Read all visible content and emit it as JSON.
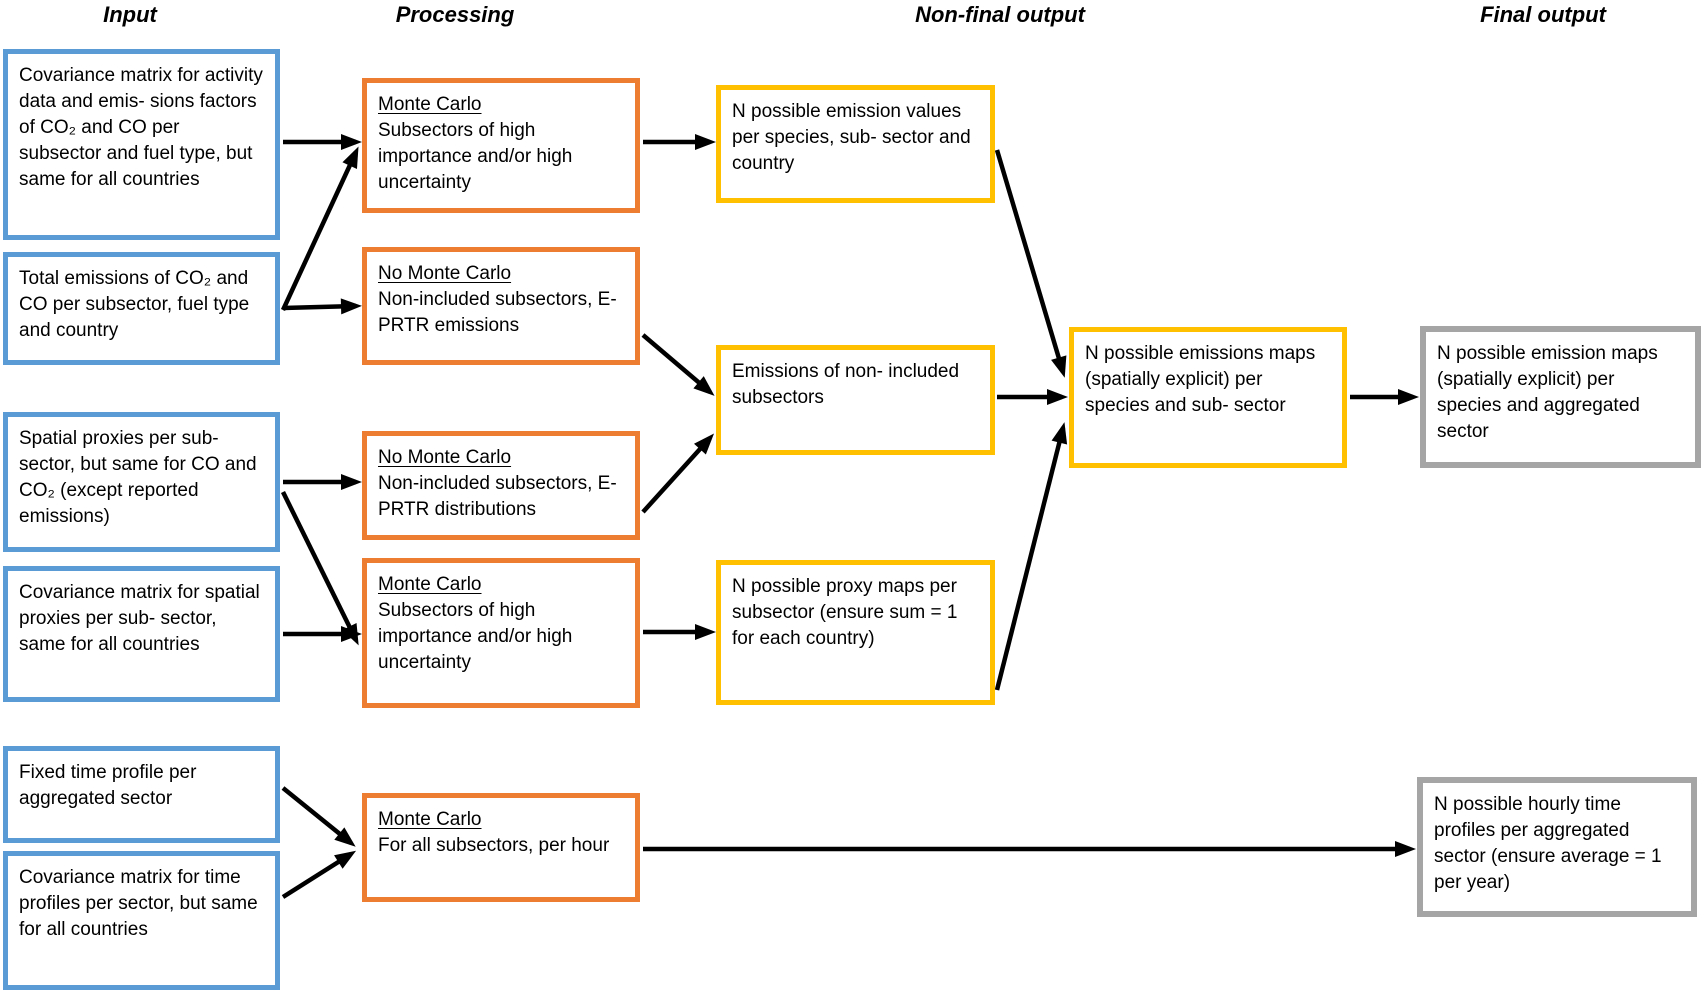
{
  "headers": [
    "Input",
    "Processing",
    "Non-final output",
    "Final output"
  ],
  "colors": {
    "input_border": "#5B9BD5",
    "processing_border": "#ED7D31",
    "nonfinal_output_border": "#FFC000",
    "final_output_border": "#A5A5A5",
    "arrow": "#000000",
    "text": "#000000",
    "background": "#FFFFFF"
  },
  "boxes": {
    "b1": {
      "text": "Covariance matrix for activity data and emis- sions factors of CO₂ and CO per subsector and fuel type, but same for all countries"
    },
    "b2": {
      "text": "Total emissions of CO₂ and CO per subsector, fuel type and country"
    },
    "b3": {
      "text": "Spatial proxies per sub- sector, but same for CO and CO₂ (except reported emissions)"
    },
    "b4": {
      "text": "Covariance matrix for spatial proxies per sub- sector, same for all countries"
    },
    "b5": {
      "text": "Fixed time profile per aggregated sector"
    },
    "b6": {
      "text": "Covariance matrix for time profiles per sector, but same for all countries"
    },
    "o1": {
      "title": "Monte Carlo",
      "body": "Subsectors of high importance and/or high uncertainty"
    },
    "o2": {
      "title": "No Monte Carlo",
      "body": "Non-included subsectors, E-PRTR emissions"
    },
    "o3": {
      "title": "No Monte Carlo",
      "body": "Non-included subsectors, E-PRTR distributions"
    },
    "o4": {
      "title": "Monte Carlo",
      "body": "Subsectors of high importance and/or high uncertainty"
    },
    "o5": {
      "title": "Monte Carlo",
      "body": "For all subsectors, per hour"
    },
    "y1": {
      "text": "N possible emission values per species, sub- sector and country"
    },
    "y2": {
      "text": "Emissions of non- included subsectors"
    },
    "y3": {
      "text": "N possible proxy maps per subsector (ensure sum = 1 for each country)"
    },
    "y4": {
      "text": "N possible emissions maps (spatially explicit) per species and sub- sector"
    },
    "g1": {
      "text": "N possible emission maps (spatially explicit) per species and aggregated sector"
    },
    "g2": {
      "text": "N possible hourly time profiles per aggregated sector (ensure average = 1 per year)"
    }
  }
}
